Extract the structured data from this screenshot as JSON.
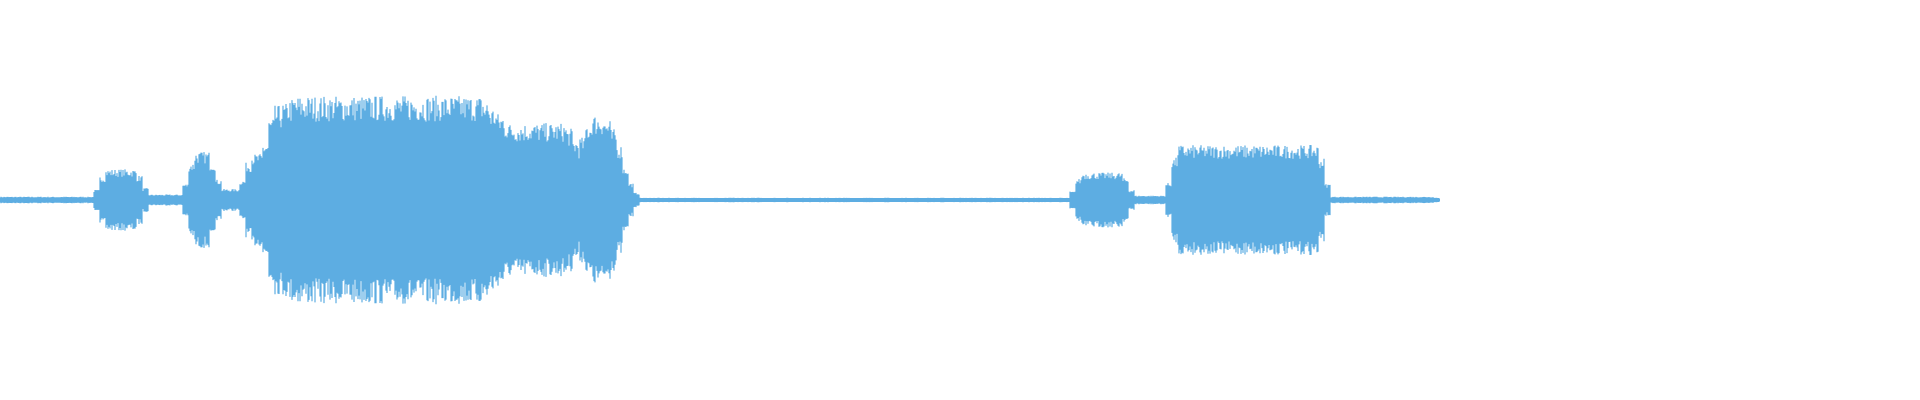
{
  "waveform": {
    "color": "#5dade2",
    "background": "#ffffff",
    "duration_fraction": 0.75,
    "segments": [
      {
        "start": 0.0,
        "end": 0.052,
        "level": 0.03
      },
      {
        "start": 0.052,
        "end": 0.074,
        "level": 0.28
      },
      {
        "start": 0.074,
        "end": 0.098,
        "level": 0.05
      },
      {
        "start": 0.098,
        "end": 0.112,
        "level": 0.44
      },
      {
        "start": 0.112,
        "end": 0.128,
        "level": 0.1
      },
      {
        "start": 0.128,
        "end": 0.14,
        "level": 0.42
      },
      {
        "start": 0.14,
        "end": 0.15,
        "level": 0.86
      },
      {
        "start": 0.15,
        "end": 0.255,
        "level": 0.95
      },
      {
        "start": 0.255,
        "end": 0.262,
        "level": 0.82
      },
      {
        "start": 0.262,
        "end": 0.298,
        "level": 0.7
      },
      {
        "start": 0.298,
        "end": 0.305,
        "level": 0.5
      },
      {
        "start": 0.305,
        "end": 0.318,
        "level": 0.78
      },
      {
        "start": 0.318,
        "end": 0.324,
        "level": 0.6
      },
      {
        "start": 0.324,
        "end": 0.33,
        "level": 0.2
      },
      {
        "start": 0.33,
        "end": 0.56,
        "level": 0.02
      },
      {
        "start": 0.56,
        "end": 0.588,
        "level": 0.25
      },
      {
        "start": 0.588,
        "end": 0.61,
        "level": 0.04
      },
      {
        "start": 0.61,
        "end": 0.69,
        "level": 0.5
      },
      {
        "start": 0.69,
        "end": 0.75,
        "level": 0.03
      }
    ]
  }
}
